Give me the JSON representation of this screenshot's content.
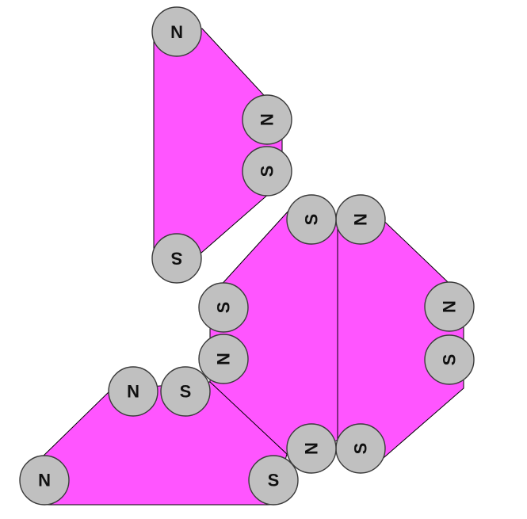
{
  "colors": {
    "tile_fill": "#ff55ff",
    "magnet_fill": "#c0c0c0",
    "outline": "#000000"
  },
  "tiles": [
    {
      "id": "tile-top-left",
      "magnets": [
        {
          "id": "m1",
          "label": "N",
          "rotation": "upside-down"
        },
        {
          "id": "m2",
          "label": "N",
          "rotation": "rotated-left"
        },
        {
          "id": "m3",
          "label": "S",
          "rotation": "rotated-left"
        },
        {
          "id": "m4",
          "label": "S",
          "rotation": "upside-down"
        }
      ]
    },
    {
      "id": "tile-right",
      "magnets": [
        {
          "id": "m5",
          "label": "N",
          "rotation": "rotated-left"
        },
        {
          "id": "m6",
          "label": "N",
          "rotation": "rotated-left"
        },
        {
          "id": "m7",
          "label": "S",
          "rotation": "rotated-left"
        },
        {
          "id": "m8",
          "label": "S",
          "rotation": "rotated-left"
        }
      ]
    },
    {
      "id": "tile-center",
      "magnets": [
        {
          "id": "m9",
          "label": "S",
          "rotation": "rotated-left"
        },
        {
          "id": "m10",
          "label": "S",
          "rotation": "rotated-left"
        },
        {
          "id": "m11",
          "label": "N",
          "rotation": "rotated-left"
        },
        {
          "id": "m12",
          "label": "N",
          "rotation": "rotated-left"
        }
      ]
    },
    {
      "id": "tile-bottom-left",
      "magnets": [
        {
          "id": "m13",
          "label": "N",
          "rotation": "upright"
        },
        {
          "id": "m14",
          "label": "S",
          "rotation": "upright"
        },
        {
          "id": "m15",
          "label": "N",
          "rotation": "upright"
        },
        {
          "id": "m16",
          "label": "S",
          "rotation": "upright"
        }
      ]
    }
  ]
}
